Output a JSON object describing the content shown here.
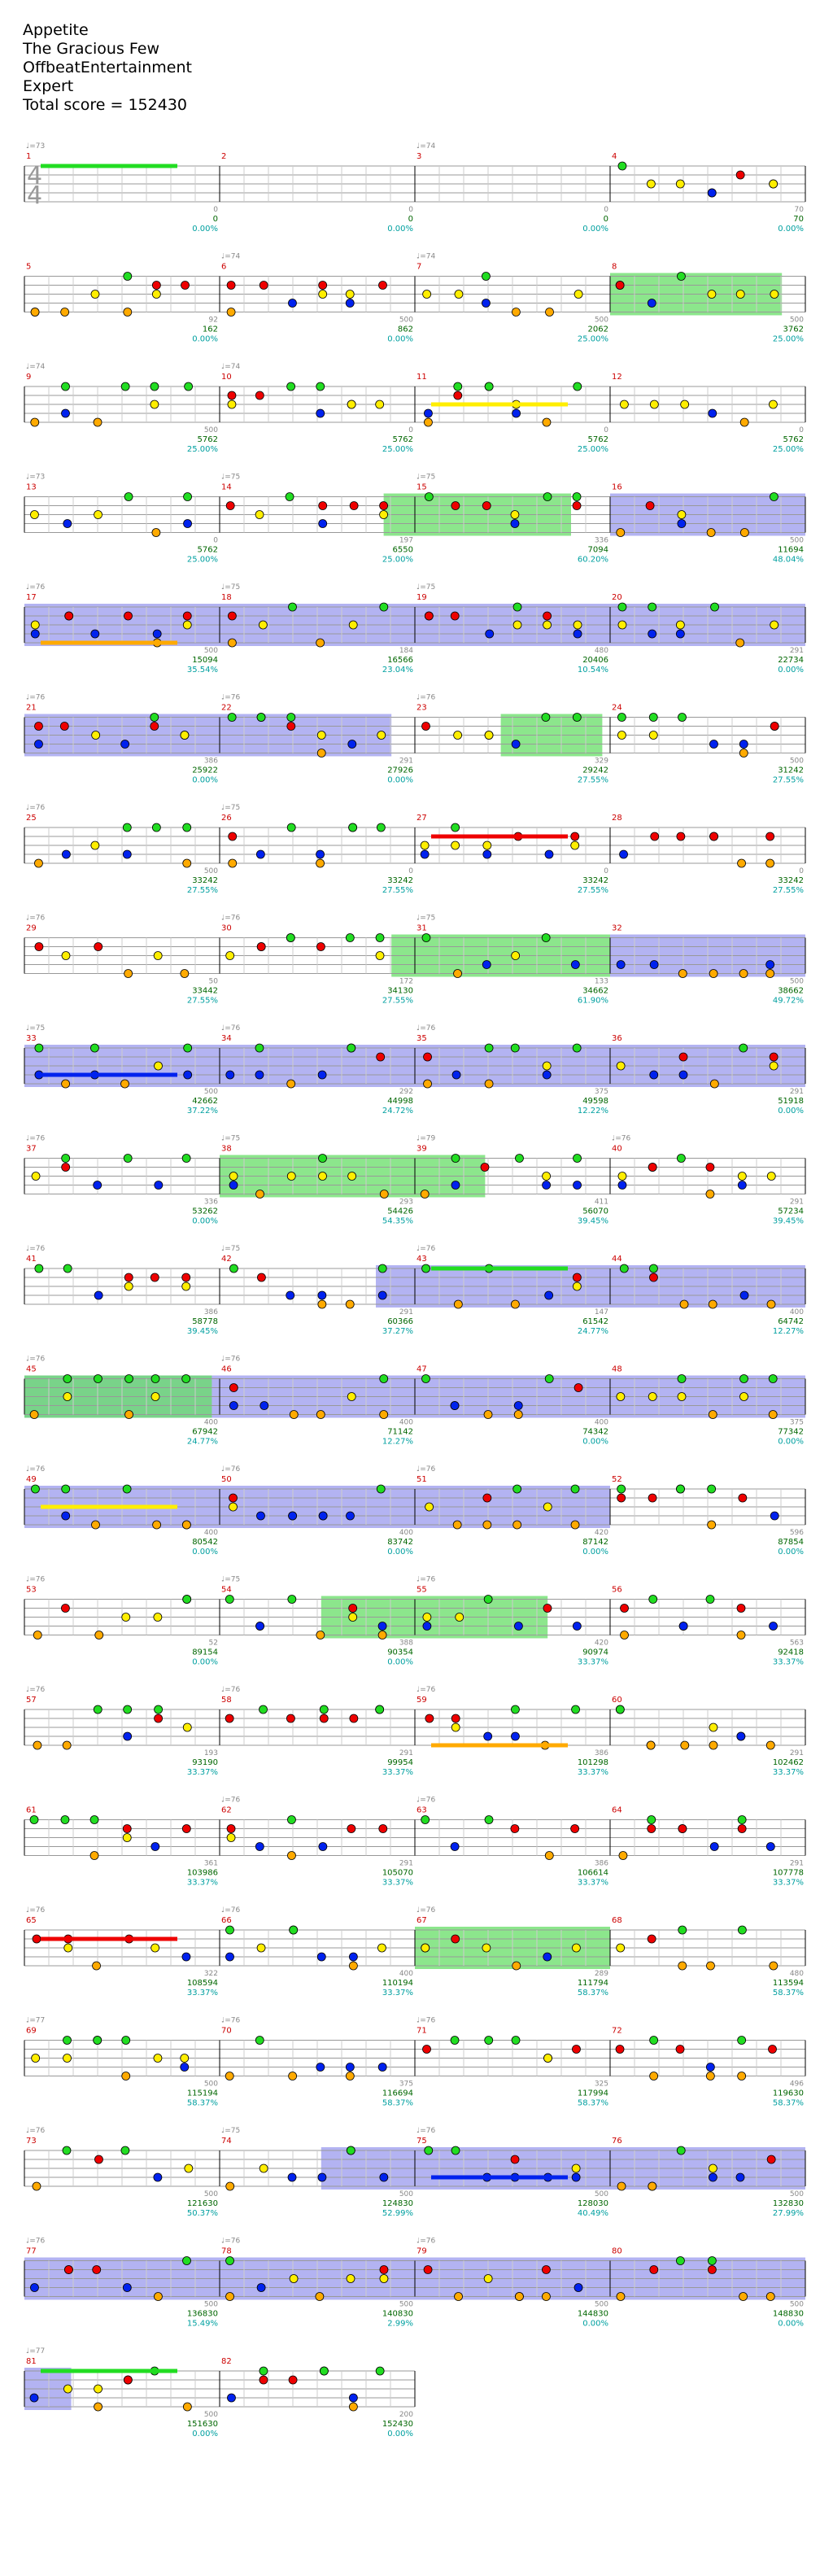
{
  "header": {
    "song": "Appetite",
    "artist": "The Gracious Few",
    "charter": "OffbeatEntertainment",
    "difficulty": "Expert",
    "total": "Total score = 152430"
  },
  "time_signature": {
    "top": "4",
    "bottom": "4"
  },
  "colors": {
    "green": "#22dd22",
    "red": "#ee0000",
    "yellow": "#ffee00",
    "blue": "#0022ee",
    "orange": "#ffaa00",
    "overdrive": "#9999ee",
    "solo": "#66dd66",
    "staff_line": "#999999"
  },
  "rows": [
    {
      "tempos": [
        "♩=73",
        "",
        "♩=74",
        ""
      ],
      "measures": [
        "1",
        "2",
        "3",
        "4"
      ],
      "subs": [
        "",
        "0",
        "0",
        "0",
        "70"
      ],
      "scores": [
        "",
        "0",
        "0",
        "0",
        "70"
      ],
      "pcts": [
        "",
        "0.00%",
        "0.00%",
        "0.00%",
        "0.00%"
      ],
      "od": [],
      "solo": []
    },
    {
      "tempos": [
        "",
        "♩=74",
        "♩=74",
        ""
      ],
      "measures": [
        "5",
        "6",
        "7",
        "8"
      ],
      "subs": [
        "",
        "92",
        "500",
        "500",
        "500"
      ],
      "scores": [
        "",
        "162",
        "862",
        "2062",
        "3762"
      ],
      "pcts": [
        "",
        "0.00%",
        "0.00%",
        "25.00%",
        "25.00%"
      ],
      "od": [],
      "solo": [
        [
          0.75,
          0.97
        ]
      ]
    },
    {
      "tempos": [
        "♩=74",
        "♩=74",
        "",
        ""
      ],
      "measures": [
        "9",
        "10",
        "11",
        "12"
      ],
      "subs": [
        "",
        "500",
        "0",
        "0",
        "0"
      ],
      "scores": [
        "",
        "5762",
        "5762",
        "5762",
        "5762"
      ],
      "pcts": [
        "",
        "25.00%",
        "25.00%",
        "25.00%",
        "25.00%"
      ],
      "od": [],
      "solo": []
    },
    {
      "tempos": [
        "♩=73",
        "♩=75",
        "♩=75",
        ""
      ],
      "measures": [
        "13",
        "14",
        "15",
        "16"
      ],
      "subs": [
        "",
        "0",
        "197",
        "336",
        "500"
      ],
      "scores": [
        "",
        "5762",
        "6550",
        "7094",
        "11694"
      ],
      "pcts": [
        "",
        "25.00%",
        "25.00%",
        "60.20%",
        "48.04%"
      ],
      "od": [
        [
          0.75,
          1.0
        ]
      ],
      "solo": [
        [
          0.46,
          0.7
        ]
      ]
    },
    {
      "tempos": [
        "♩=76",
        "♩=75",
        "♩=75",
        ""
      ],
      "measures": [
        "17",
        "18",
        "19",
        "20"
      ],
      "subs": [
        "",
        "500",
        "184",
        "480",
        "291"
      ],
      "scores": [
        "",
        "15094",
        "16566",
        "20406",
        "22734"
      ],
      "pcts": [
        "",
        "35.54%",
        "23.04%",
        "10.54%",
        "0.00%"
      ],
      "od": [
        [
          0.0,
          1.0
        ]
      ],
      "solo": []
    },
    {
      "tempos": [
        "♩=76",
        "♩=76",
        "♩=76",
        ""
      ],
      "measures": [
        "21",
        "22",
        "23",
        "24"
      ],
      "subs": [
        "",
        "386",
        "291",
        "329",
        "500"
      ],
      "scores": [
        "",
        "25922",
        "27926",
        "29242",
        "31242"
      ],
      "pcts": [
        "",
        "0.00%",
        "0.00%",
        "27.55%",
        "27.55%"
      ],
      "od": [
        [
          0.0,
          0.47
        ]
      ],
      "solo": [
        [
          0.61,
          0.74
        ]
      ]
    },
    {
      "tempos": [
        "♩=76",
        "♩=75",
        "",
        ""
      ],
      "measures": [
        "25",
        "26",
        "27",
        "28"
      ],
      "subs": [
        "",
        "500",
        "0",
        "0",
        "0"
      ],
      "scores": [
        "",
        "33242",
        "33242",
        "33242",
        "33242"
      ],
      "pcts": [
        "",
        "27.55%",
        "27.55%",
        "27.55%",
        "27.55%"
      ],
      "od": [],
      "solo": []
    },
    {
      "tempos": [
        "♩=76",
        "♩=76",
        "♩=75",
        ""
      ],
      "measures": [
        "29",
        "30",
        "31",
        "32"
      ],
      "subs": [
        "",
        "50",
        "172",
        "133",
        "500"
      ],
      "scores": [
        "",
        "33442",
        "34130",
        "34662",
        "38662"
      ],
      "pcts": [
        "",
        "27.55%",
        "27.55%",
        "61.90%",
        "49.72%"
      ],
      "od": [
        [
          0.75,
          1.0
        ]
      ],
      "solo": [
        [
          0.47,
          0.75
        ]
      ]
    },
    {
      "tempos": [
        "♩=75",
        "♩=76",
        "♩=76",
        ""
      ],
      "measures": [
        "33",
        "34",
        "35",
        "36"
      ],
      "subs": [
        "",
        "500",
        "292",
        "375",
        "291"
      ],
      "scores": [
        "",
        "42662",
        "44998",
        "49598",
        "51918"
      ],
      "pcts": [
        "",
        "37.22%",
        "24.72%",
        "12.22%",
        "0.00%"
      ],
      "od": [
        [
          0.0,
          1.0
        ]
      ],
      "solo": []
    },
    {
      "tempos": [
        "♩=76",
        "♩=75",
        "♩=79",
        "♩=76"
      ],
      "measures": [
        "37",
        "38",
        "39",
        "40"
      ],
      "subs": [
        "",
        "336",
        "293",
        "411",
        "291"
      ],
      "scores": [
        "",
        "53262",
        "54426",
        "56070",
        "57234"
      ],
      "pcts": [
        "",
        "0.00%",
        "54.35%",
        "39.45%",
        "39.45%"
      ],
      "od": [],
      "solo": [
        [
          0.25,
          0.59
        ]
      ]
    },
    {
      "tempos": [
        "♩=76",
        "♩=75",
        "♩=76",
        ""
      ],
      "measures": [
        "41",
        "42",
        "43",
        "44"
      ],
      "subs": [
        "",
        "386",
        "291",
        "147",
        "400"
      ],
      "scores": [
        "",
        "58778",
        "60366",
        "61542",
        "64742"
      ],
      "pcts": [
        "",
        "39.45%",
        "37.27%",
        "24.77%",
        "12.27%"
      ],
      "od": [
        [
          0.45,
          1.0
        ]
      ],
      "solo": []
    },
    {
      "tempos": [
        "♩=76",
        "♩=76",
        "",
        ""
      ],
      "measures": [
        "45",
        "46",
        "47",
        "48"
      ],
      "subs": [
        "",
        "400",
        "400",
        "400",
        "375"
      ],
      "scores": [
        "",
        "67942",
        "71142",
        "74342",
        "77342"
      ],
      "pcts": [
        "",
        "24.77%",
        "12.27%",
        "0.00%",
        "0.00%"
      ],
      "od": [
        [
          0.0,
          1.0
        ]
      ],
      "solo": [
        [
          0.0,
          0.24
        ]
      ]
    },
    {
      "tempos": [
        "♩=76",
        "♩=76",
        "♩=76",
        ""
      ],
      "measures": [
        "49",
        "50",
        "51",
        "52"
      ],
      "subs": [
        "",
        "400",
        "400",
        "420",
        "596"
      ],
      "scores": [
        "",
        "80542",
        "83742",
        "87142",
        "87854"
      ],
      "pcts": [
        "",
        "0.00%",
        "0.00%",
        "0.00%",
        "0.00%"
      ],
      "od": [
        [
          0.0,
          0.75
        ]
      ],
      "solo": []
    },
    {
      "tempos": [
        "♩=76",
        "♩=75",
        "♩=76",
        ""
      ],
      "measures": [
        "53",
        "54",
        "55",
        "56"
      ],
      "subs": [
        "",
        "52",
        "388",
        "420",
        "563"
      ],
      "scores": [
        "",
        "89154",
        "90354",
        "90974",
        "92418"
      ],
      "pcts": [
        "",
        "0.00%",
        "0.00%",
        "33.37%",
        "33.37%"
      ],
      "od": [],
      "solo": [
        [
          0.38,
          0.67
        ]
      ]
    },
    {
      "tempos": [
        "♩=76",
        "♩=76",
        "♩=76",
        ""
      ],
      "measures": [
        "57",
        "58",
        "59",
        "60"
      ],
      "subs": [
        "",
        "193",
        "291",
        "386",
        "291"
      ],
      "scores": [
        "",
        "93190",
        "99954",
        "101298",
        "102462"
      ],
      "pcts": [
        "",
        "33.37%",
        "33.37%",
        "33.37%",
        "33.37%"
      ],
      "od": [],
      "solo": []
    },
    {
      "tempos": [
        "",
        "♩=76",
        "♩=76",
        ""
      ],
      "measures": [
        "61",
        "62",
        "63",
        "64"
      ],
      "subs": [
        "",
        "361",
        "291",
        "386",
        "291"
      ],
      "scores": [
        "",
        "103986",
        "105070",
        "106614",
        "107778"
      ],
      "pcts": [
        "",
        "33.37%",
        "33.37%",
        "33.37%",
        "33.37%"
      ],
      "od": [],
      "solo": []
    },
    {
      "tempos": [
        "♩=76",
        "♩=76",
        "♩=76",
        ""
      ],
      "measures": [
        "65",
        "66",
        "67",
        "68"
      ],
      "subs": [
        "",
        "322",
        "400",
        "289",
        "480"
      ],
      "scores": [
        "",
        "108594",
        "110194",
        "111794",
        "113594"
      ],
      "pcts": [
        "",
        "33.37%",
        "33.37%",
        "58.37%",
        "58.37%"
      ],
      "od": [],
      "solo": [
        [
          0.5,
          0.75
        ]
      ]
    },
    {
      "tempos": [
        "♩=77",
        "♩=76",
        "♩=76",
        ""
      ],
      "measures": [
        "69",
        "70",
        "71",
        "72"
      ],
      "subs": [
        "",
        "500",
        "375",
        "325",
        "496"
      ],
      "scores": [
        "",
        "115194",
        "116694",
        "117994",
        "119630"
      ],
      "pcts": [
        "",
        "58.37%",
        "58.37%",
        "58.37%",
        "58.37%"
      ],
      "od": [],
      "solo": []
    },
    {
      "tempos": [
        "♩=76",
        "♩=75",
        "♩=76",
        ""
      ],
      "measures": [
        "73",
        "74",
        "75",
        "76"
      ],
      "subs": [
        "",
        "500",
        "500",
        "500",
        "500"
      ],
      "scores": [
        "",
        "121630",
        "124830",
        "128030",
        "132830"
      ],
      "pcts": [
        "",
        "50.37%",
        "52.99%",
        "40.49%",
        "27.99%"
      ],
      "od": [
        [
          0.38,
          1.0
        ]
      ],
      "solo": []
    },
    {
      "tempos": [
        "♩=76",
        "♩=76",
        "♩=76",
        ""
      ],
      "measures": [
        "77",
        "78",
        "79",
        "80"
      ],
      "subs": [
        "",
        "500",
        "500",
        "500",
        "500"
      ],
      "scores": [
        "",
        "136830",
        "140830",
        "144830",
        "148830"
      ],
      "pcts": [
        "",
        "15.49%",
        "2.99%",
        "0.00%",
        "0.00%"
      ],
      "od": [
        [
          0.0,
          1.0
        ]
      ],
      "solo": []
    },
    {
      "tempos": [
        "♩=77",
        "",
        ""
      ],
      "measures": [
        "81",
        "82"
      ],
      "subs": [
        "",
        "500",
        "200"
      ],
      "scores": [
        "",
        "151630",
        "152430"
      ],
      "pcts": [
        "",
        "0.00%",
        "0.00%"
      ],
      "od": [
        [
          0.0,
          0.12
        ]
      ],
      "solo": []
    }
  ]
}
